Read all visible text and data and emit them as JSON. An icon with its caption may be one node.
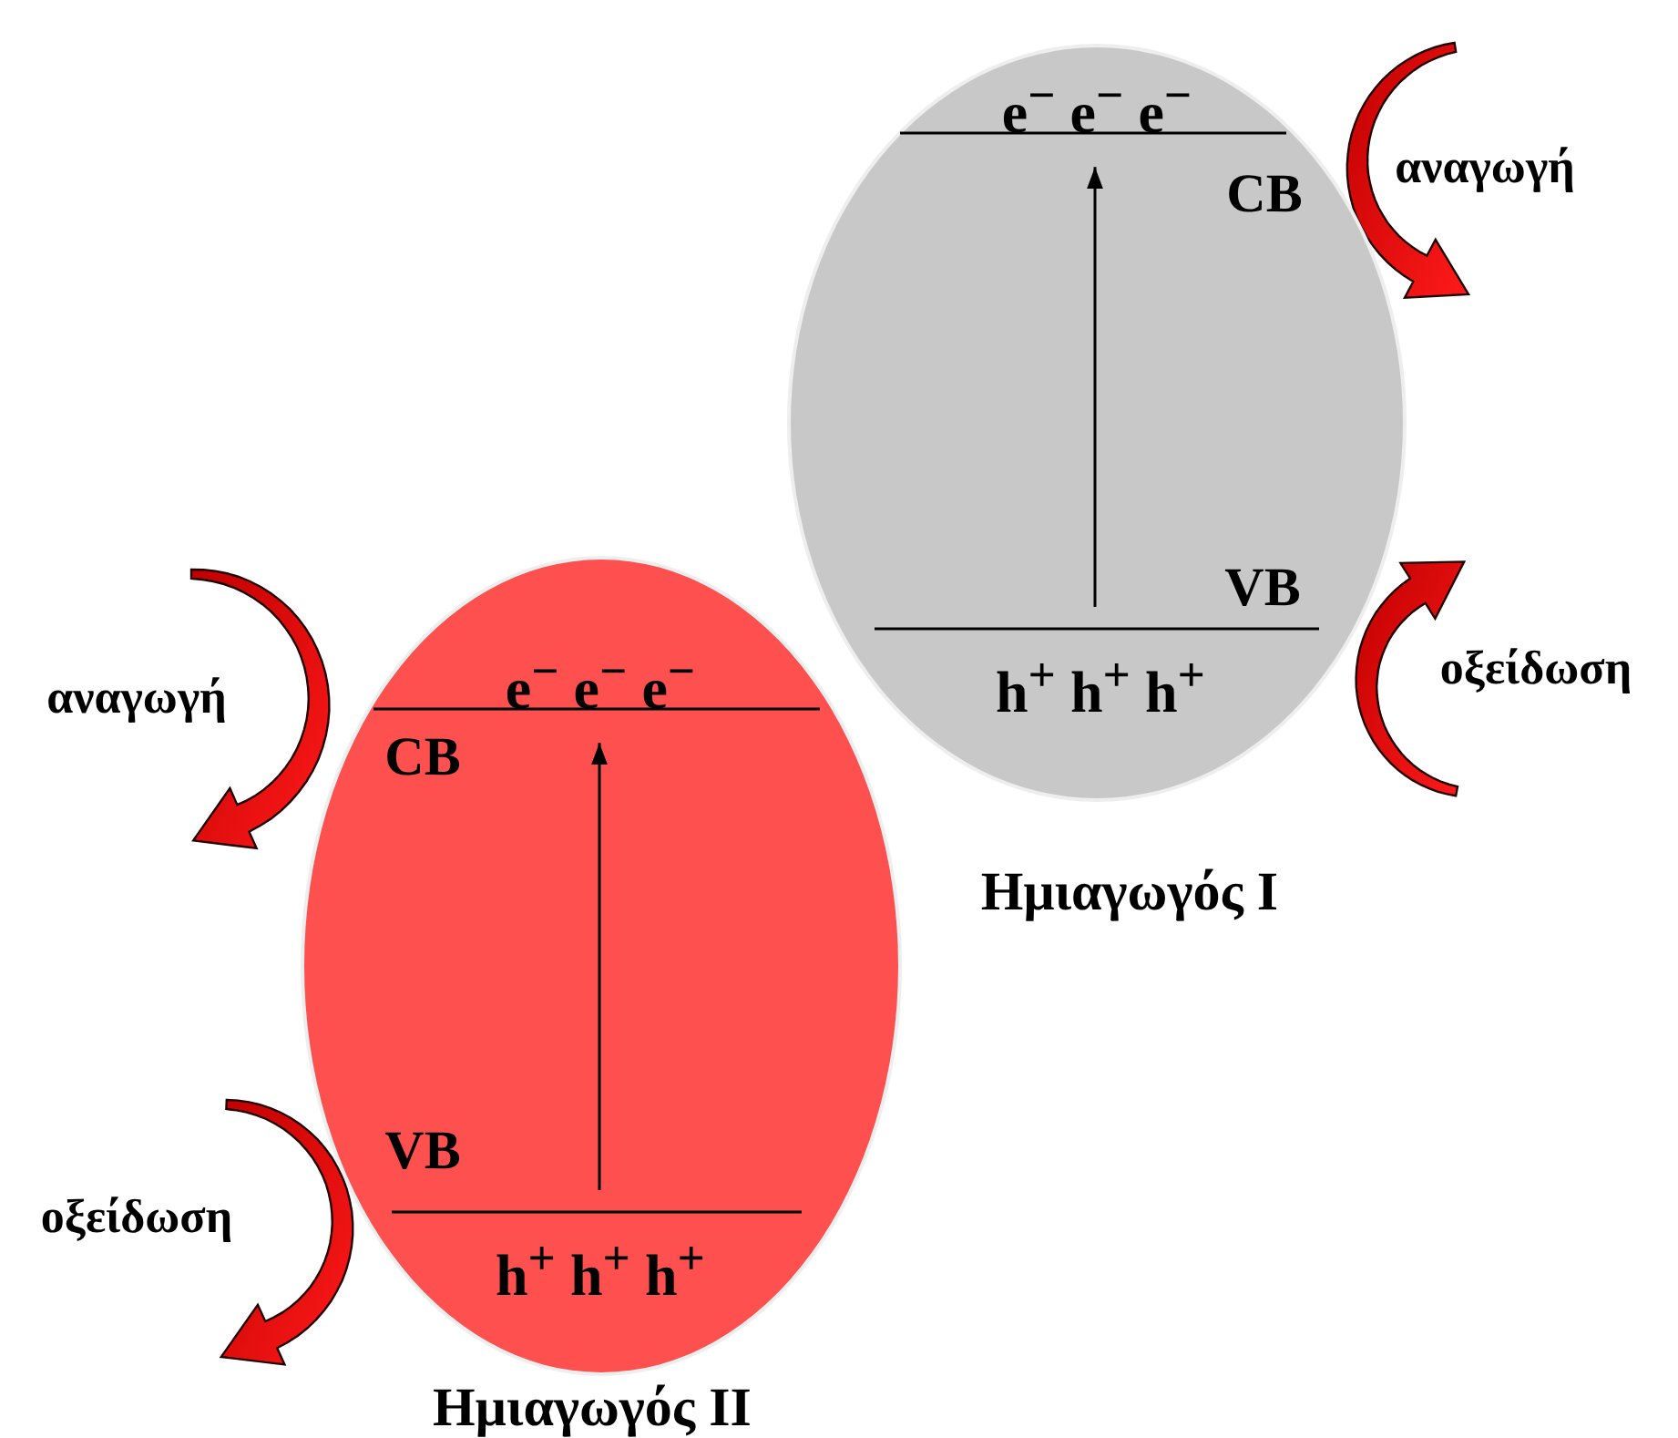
{
  "diagram": {
    "nodes": [
      {
        "text": [],
        "shape": "ellipse",
        "beside": [
          "Ημιαγωγός I"
        ]
      },
      {
        "text": [
          "e$^{−}$ e$^{−}$ e$^{−}$"
        ],
        "in": 0
      },
      {
        "text": [
          "h$^{+}$ h$^{+}$ h$^{+}$"
        ],
        "in": 0
      },
      {
        "text": [],
        "shape": "ellipse",
        "beside": [
          "Ημιαγωγός II"
        ]
      },
      {
        "text": [
          "e$^{−}$ e$^{−}$ e$^{−}$"
        ],
        "in": 3
      },
      {
        "text": [
          "h$^{+}$ h$^{+}$ h$^{+}$"
        ],
        "in": 3
      }
    ],
    "edges": [
      {
        "from": 2,
        "to": 1,
        "arrow": "to"
      },
      {
        "from": 5,
        "to": 4,
        "arrow": "to"
      }
    ],
    "labels": [
      "αναγωγή",
      "CB",
      "VB",
      "οξείδωση",
      "αναγωγή",
      "CB",
      "VB",
      "οξείδωση"
    ]
  }
}
